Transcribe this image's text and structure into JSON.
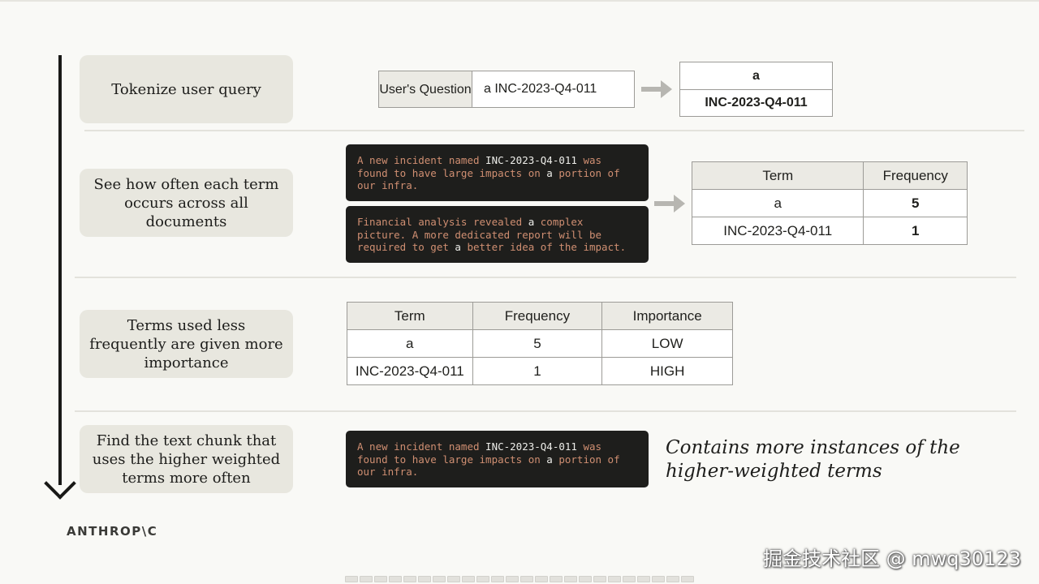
{
  "steps": [
    "Tokenize user query",
    "See how often each term occurs across all documents",
    "Terms used less frequently are given more importance",
    "Find the text chunk that uses the higher weighted terms more often"
  ],
  "query": {
    "label": "User's Question",
    "value": "a INC-2023-Q4-011"
  },
  "tokens": [
    "a",
    "INC-2023-Q4-011"
  ],
  "documents": {
    "doc1": [
      {
        "t": "A new incident named ",
        "h": false
      },
      {
        "t": "INC-2023-Q4-011",
        "h": true
      },
      {
        "t": " was found to have large impacts on ",
        "h": false
      },
      {
        "t": "a",
        "h": true
      },
      {
        "t": " portion of our infra.",
        "h": false
      }
    ],
    "doc2": [
      {
        "t": "Financial analysis revealed ",
        "h": false
      },
      {
        "t": "a",
        "h": true
      },
      {
        "t": " complex picture. A more dedicated report will be required to get ",
        "h": false
      },
      {
        "t": "a",
        "h": true
      },
      {
        "t": " better idea of the impact.",
        "h": false
      }
    ]
  },
  "frequency_table": {
    "headers": [
      "Term",
      "Frequency"
    ],
    "rows": [
      [
        "a",
        "5"
      ],
      [
        "INC-2023-Q4-011",
        "1"
      ]
    ]
  },
  "importance_table": {
    "headers": [
      "Term",
      "Frequency",
      "Importance"
    ],
    "rows": [
      [
        "a",
        "5",
        "LOW"
      ],
      [
        "INC-2023-Q4-011",
        "1",
        "HIGH"
      ]
    ]
  },
  "note": "Contains more instances of the higher-weighted terms",
  "logo": "ANTHROP\\C",
  "watermark": "掘金技术社区 @ mwq30123"
}
